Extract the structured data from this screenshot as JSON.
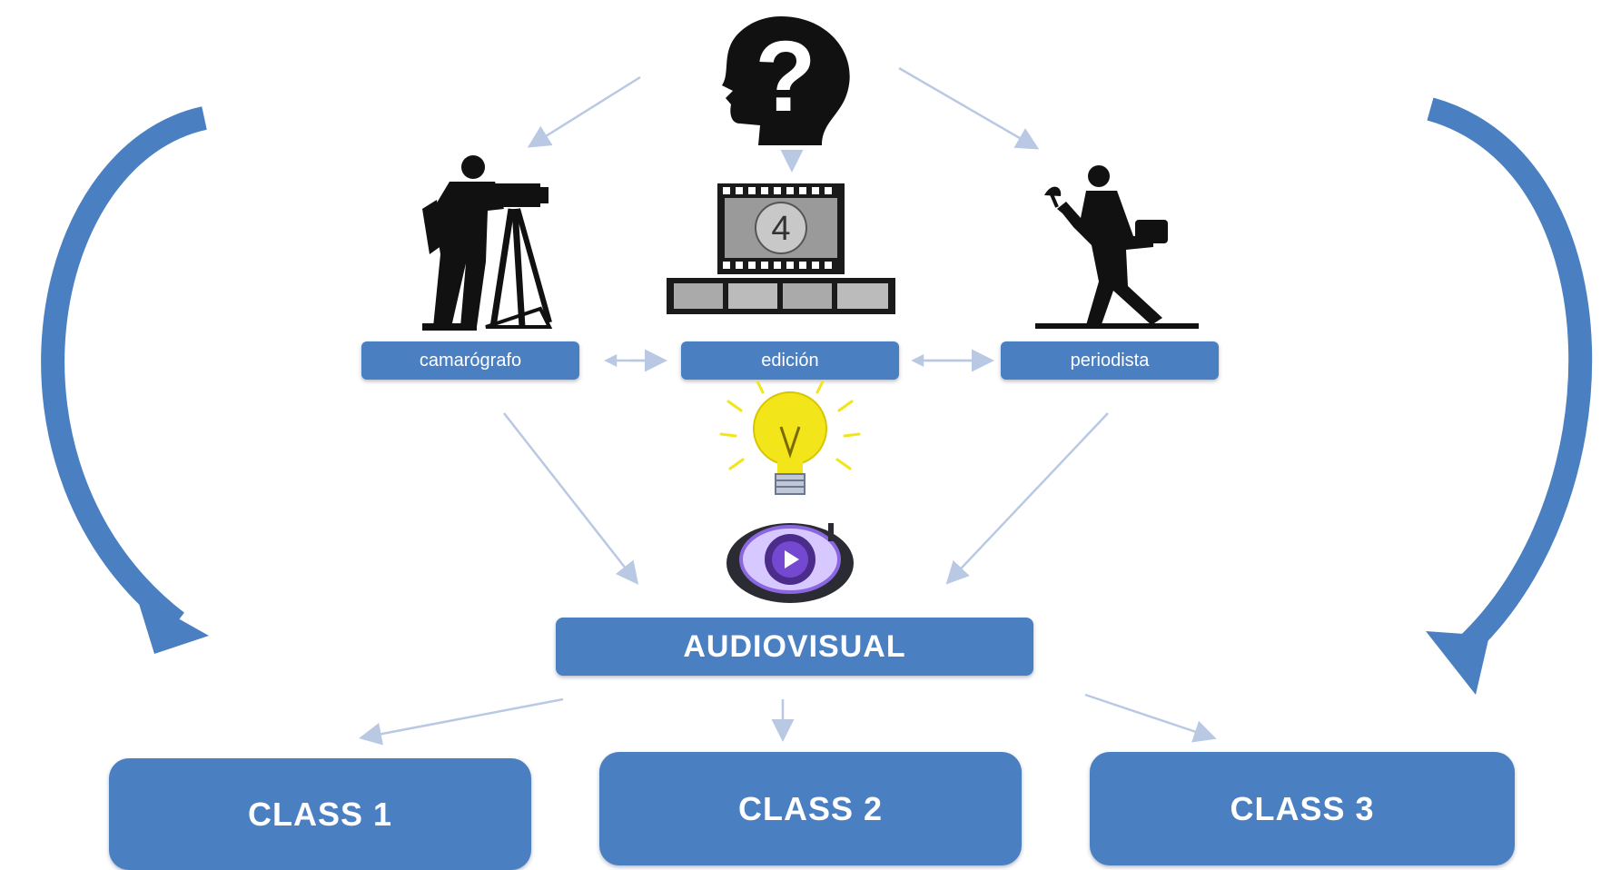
{
  "roles": {
    "camarografo": "camarógrafo",
    "edicion": "edición",
    "periodista": "periodista"
  },
  "center_label": "AUDIOVISUAL",
  "classes": [
    "CLASS 1",
    "CLASS 2",
    "CLASS 3"
  ],
  "film_number": "4",
  "colors": {
    "box_fill": "#4a7fc1",
    "box_text": "#ffffff",
    "curve_arrow": "#4a7fc1",
    "thin_arrow": "#b9c9e4",
    "bulb": "#f2e51a"
  },
  "icons": [
    "thinking-head-icon",
    "cameraman-icon",
    "film-strip-icon",
    "reporter-icon",
    "light-bulb-icon",
    "media-player-icon"
  ]
}
